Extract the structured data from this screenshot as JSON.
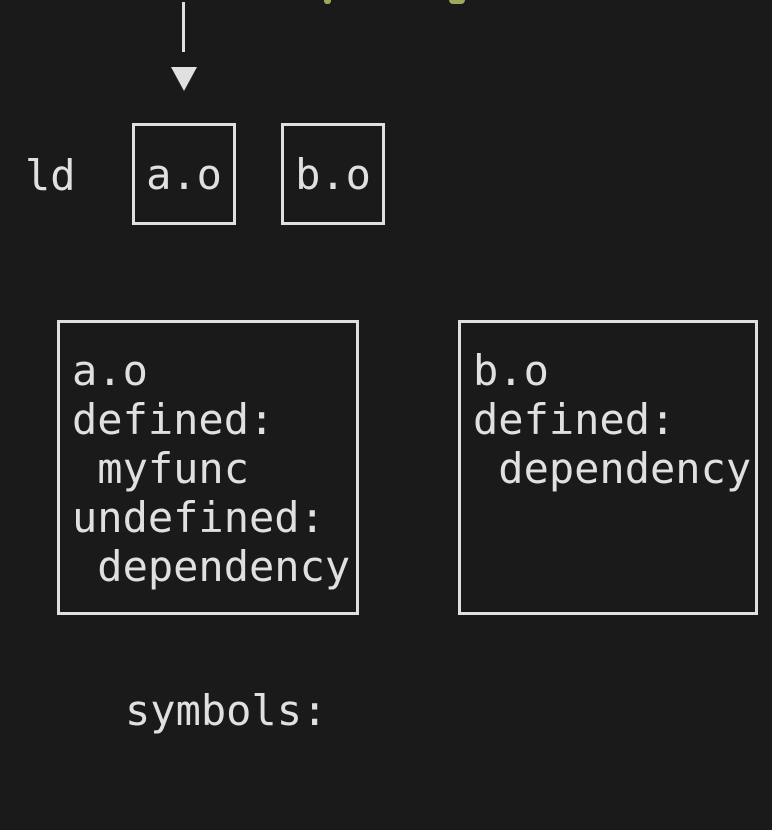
{
  "theme": {
    "background": "#1a1a1a",
    "foreground": "#e0e0e0",
    "green_accent": "#9aab5c"
  },
  "diagram": {
    "clipped_top_fragments": [
      {
        "name": "letter-descender-left",
        "color": "#9aab5c"
      },
      {
        "name": "letter-descender-right",
        "color": "#9aab5c"
      }
    ],
    "flow_arrow": {
      "direction": "down"
    },
    "linker_label": "ld",
    "input_files": [
      {
        "label": "a.o"
      },
      {
        "label": "b.o"
      }
    ],
    "symbol_tables": [
      {
        "lines": [
          "a.o",
          "defined:",
          " myfunc",
          "undefined:",
          " dependency"
        ]
      },
      {
        "lines": [
          "b.o",
          "defined:",
          " dependency"
        ]
      }
    ],
    "symbols_caption": "symbols:"
  }
}
